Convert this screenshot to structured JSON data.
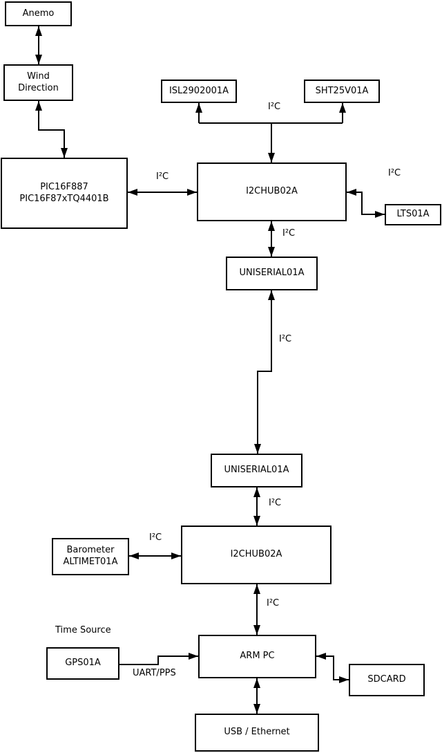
{
  "diagram": {
    "nodes": {
      "anemo": {
        "label": "Anemo"
      },
      "wind": {
        "label": "Wind\nDirection"
      },
      "pic": {
        "label": "PIC16F887\nPIC16F87xTQ4401B"
      },
      "isl": {
        "label": "ISL2902001A"
      },
      "sht": {
        "label": "SHT25V01A"
      },
      "i2chub_top": {
        "label": "I2CHUB02A"
      },
      "lts": {
        "label": "LTS01A"
      },
      "uniserial_1": {
        "label": "UNISERIAL01A"
      },
      "uniserial_2": {
        "label": "UNISERIAL01A"
      },
      "i2chub_bottom": {
        "label": "I2CHUB02A"
      },
      "barometer": {
        "label": "Barometer\nALTIMET01A"
      },
      "gps": {
        "label": "GPS01A"
      },
      "arm_pc": {
        "label": "ARM PC"
      },
      "sdcard": {
        "label": "SDCARD"
      },
      "usb_ethernet": {
        "label": "USB / Ethernet"
      }
    },
    "annotations": {
      "i2c": "I²C",
      "time_source": "Time Source",
      "uart_pps": "UART/PPS"
    },
    "colors": {
      "line": "#000000",
      "background": "#ffffff",
      "box_fill": "#ffffff"
    }
  }
}
